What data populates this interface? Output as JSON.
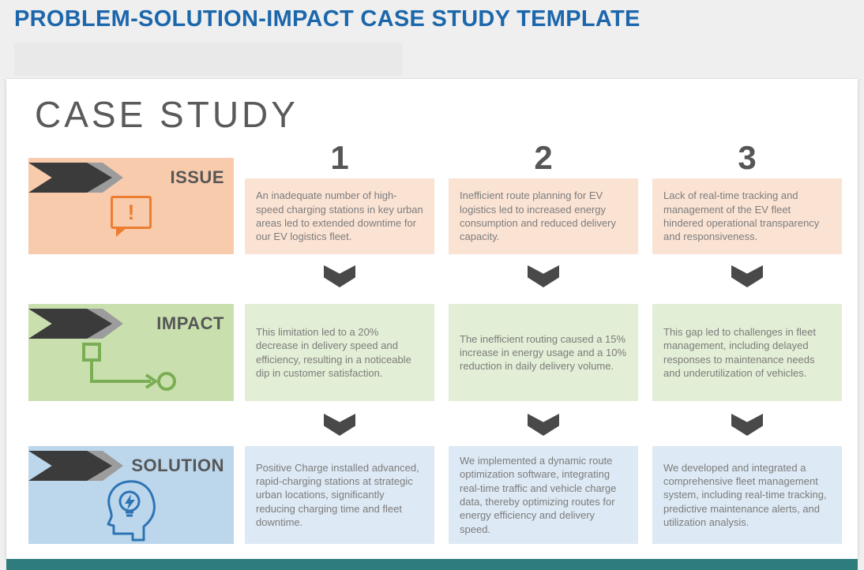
{
  "page": {
    "title": "PROBLEM-SOLUTION-IMPACT CASE STUDY TEMPLATE",
    "heading": "CASE STUDY"
  },
  "columns": [
    "1",
    "2",
    "3"
  ],
  "rows": [
    {
      "label": "ISSUE",
      "icon": "alert-speech-bubble-icon",
      "icon_glyph": "!",
      "cells": [
        "An inadequate number of high-speed charging stations in key urban areas led to extended downtime for our EV logistics fleet.",
        "Inefficient route planning for EV logistics led to increased energy consumption and reduced delivery capacity.",
        "Lack of real-time tracking and management of the EV fleet hindered operational transparency and responsiveness."
      ]
    },
    {
      "label": "IMPACT",
      "icon": "route-flow-icon",
      "cells": [
        "This limitation led to a 20% decrease in delivery speed and efficiency, resulting in a noticeable dip in customer satisfaction.",
        "The inefficient routing caused a 15% increase in energy usage and a 10% reduction in daily delivery volume.",
        "This gap led to challenges in fleet management, including delayed responses to maintenance needs and underutilization of vehicles."
      ]
    },
    {
      "label": "SOLUTION",
      "icon": "idea-head-icon",
      "cells": [
        "Positive Charge installed advanced, rapid-charging stations at strategic urban locations, significantly reducing charging time and fleet downtime.",
        "We implemented a dynamic route optimization software, integrating real-time traffic and vehicle charge data, thereby optimizing routes for energy efficiency and delivery speed.",
        "We developed and integrated a comprehensive fleet management system, including real-time tracking, predictive maintenance alerts, and utilization analysis."
      ]
    }
  ],
  "colors": {
    "title_blue": "#1c67ab",
    "issue_label_bg": "#f8cbad",
    "issue_cell_bg": "#fbe3d4",
    "impact_label_bg": "#c9e0ae",
    "impact_cell_bg": "#e2eed5",
    "solution_label_bg": "#bcd7ec",
    "solution_cell_bg": "#dde9f4",
    "dark_arrow": "#3b3b3b",
    "teal_footer": "#2e7c7c",
    "issue_icon_orange": "#ed7d31",
    "impact_icon_green": "#7bae54",
    "solution_icon_blue": "#2e74b5"
  }
}
